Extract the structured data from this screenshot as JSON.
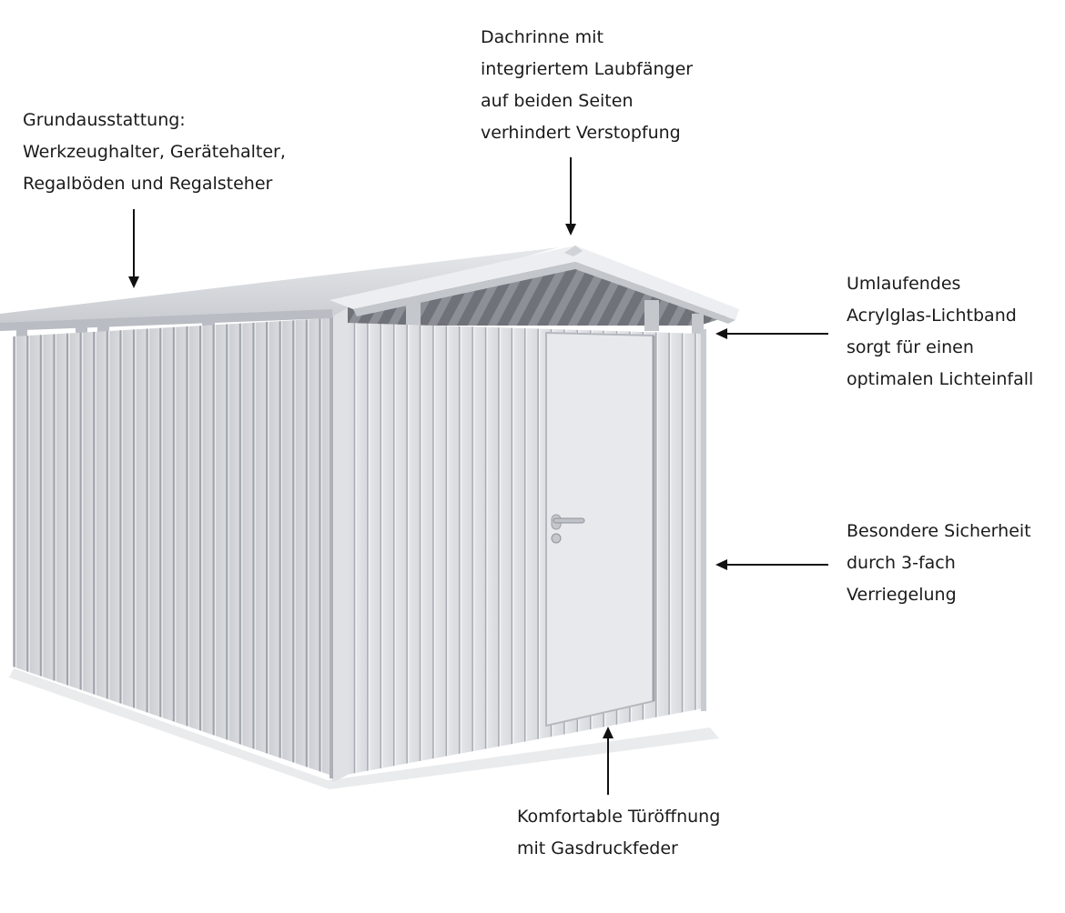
{
  "callouts": {
    "equipment": [
      "Grundausstattung:",
      "Werkzeughalter, Gerätehalter,",
      "Regalböden und Regalsteher"
    ],
    "gutter": [
      "Dachrinne mit",
      "integriertem Laubfänger",
      "auf beiden Seiten",
      "verhindert Verstopfung"
    ],
    "skylight": [
      "Umlaufendes",
      "Acrylglas-Lichtband",
      "sorgt für einen",
      "optimalen Lichteinfall"
    ],
    "security": [
      "Besondere Sicherheit",
      "durch 3-fach",
      "Verriegelung"
    ],
    "door": [
      "Komfortable Türöffnung",
      "mit Gasdruckfeder"
    ]
  },
  "colors": {
    "text": "#1a1a1a",
    "arrow": "#111111",
    "panel_light": "#e4e5e8",
    "panel_shadow": "#a9acb3",
    "roof_top": "#d9dbe0"
  }
}
